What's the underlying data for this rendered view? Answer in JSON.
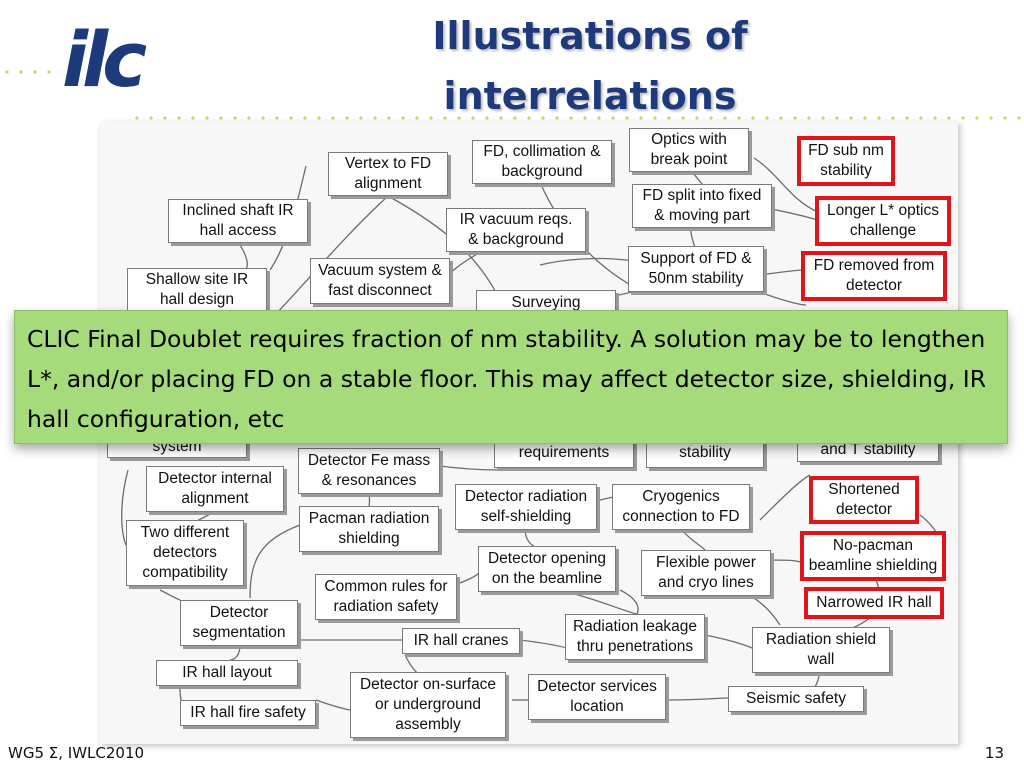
{
  "slide": {
    "logo_text": "ilc",
    "title": "Illustrations of interrelations",
    "footer_left": "WG5 Σ, IWLC2010",
    "page_number": "13"
  },
  "diagram": {
    "nodes": [
      {
        "id": "vertex_fd",
        "text": "Vertex to FD\nalignment",
        "highlight": false
      },
      {
        "id": "fd_collimation",
        "text": "FD, collimation &\nbackground",
        "highlight": false
      },
      {
        "id": "optics_bp",
        "text": "Optics with\nbreak point",
        "highlight": false
      },
      {
        "id": "fd_subnm",
        "text": "FD sub nm\nstability",
        "highlight": true
      },
      {
        "id": "inclined_shaft",
        "text": "Inclined shaft IR\nhall access",
        "highlight": false
      },
      {
        "id": "ir_vacuum",
        "text": "IR vacuum reqs.\n& background",
        "highlight": false
      },
      {
        "id": "fd_split",
        "text": "FD split into fixed\n& moving part",
        "highlight": false
      },
      {
        "id": "longer_l",
        "text": "Longer L* optics\nchallenge",
        "highlight": true
      },
      {
        "id": "shallow_site",
        "text": "Shallow site IR\nhall design",
        "highlight": false
      },
      {
        "id": "vacuum_system",
        "text": "Vacuum system &\nfast disconnect",
        "highlight": false
      },
      {
        "id": "support_fd",
        "text": "Support of FD &\n50nm stability",
        "highlight": false
      },
      {
        "id": "fd_removed",
        "text": "FD removed from\ndetector",
        "highlight": true
      },
      {
        "id": "surveying",
        "text": "Surveying",
        "highlight": false
      },
      {
        "id": "system",
        "text": "system",
        "highlight": false
      },
      {
        "id": "requirements",
        "text": "requirements",
        "highlight": false
      },
      {
        "id": "stability",
        "text": "stability",
        "highlight": false
      },
      {
        "id": "t_stability",
        "text": "and T stability",
        "highlight": false
      },
      {
        "id": "det_internal",
        "text": "Detector internal\nalignment",
        "highlight": false
      },
      {
        "id": "det_fe",
        "text": "Detector Fe mass\n& resonances",
        "highlight": false
      },
      {
        "id": "det_radiation",
        "text": "Detector radiation\nself-shielding",
        "highlight": false
      },
      {
        "id": "cryogenics",
        "text": "Cryogenics\nconnection to FD",
        "highlight": false
      },
      {
        "id": "shortened",
        "text": "Shortened\ndetector",
        "highlight": true
      },
      {
        "id": "two_detectors",
        "text": "Two different\ndetectors\ncompatibility",
        "highlight": false
      },
      {
        "id": "pacman_rad",
        "text": "Pacman radiation\nshielding",
        "highlight": false
      },
      {
        "id": "det_opening",
        "text": "Detector opening\non the beamline",
        "highlight": false
      },
      {
        "id": "flexible_power",
        "text": "Flexible power\nand cryo lines",
        "highlight": false
      },
      {
        "id": "no_pacman",
        "text": "No-pacman\nbeamline shielding",
        "highlight": true
      },
      {
        "id": "common_rules",
        "text": "Common rules for\nradiation safety",
        "highlight": false
      },
      {
        "id": "narrowed_ir",
        "text": "Narrowed IR hall",
        "highlight": true
      },
      {
        "id": "det_segmentation",
        "text": "Detector\nsegmentation",
        "highlight": false
      },
      {
        "id": "ir_cranes",
        "text": "IR hall cranes",
        "highlight": false
      },
      {
        "id": "rad_leakage",
        "text": "Radiation leakage\nthru penetrations",
        "highlight": false
      },
      {
        "id": "rad_shield_wall",
        "text": "Radiation shield\nwall",
        "highlight": false
      },
      {
        "id": "ir_layout",
        "text": "IR hall layout",
        "highlight": false
      },
      {
        "id": "det_on_surface",
        "text": "Detector on-surface\nor underground\nassembly",
        "highlight": false
      },
      {
        "id": "det_services",
        "text": "Detector services\nlocation",
        "highlight": false
      },
      {
        "id": "seismic",
        "text": "Seismic safety",
        "highlight": false
      },
      {
        "id": "ir_fire",
        "text": "IR hall fire safety",
        "highlight": false
      }
    ],
    "callout": "CLIC Final Doublet requires fraction of nm stability. A solution may be to lengthen L*, and/or placing FD on a stable floor. This may affect detector size, shielding, IR hall configuration, etc",
    "colors": {
      "title": "#1f3a7a",
      "highlight_border": "#e0141b",
      "callout_fill": "#a6db7c",
      "accent_dots": "#c8d66a"
    }
  }
}
